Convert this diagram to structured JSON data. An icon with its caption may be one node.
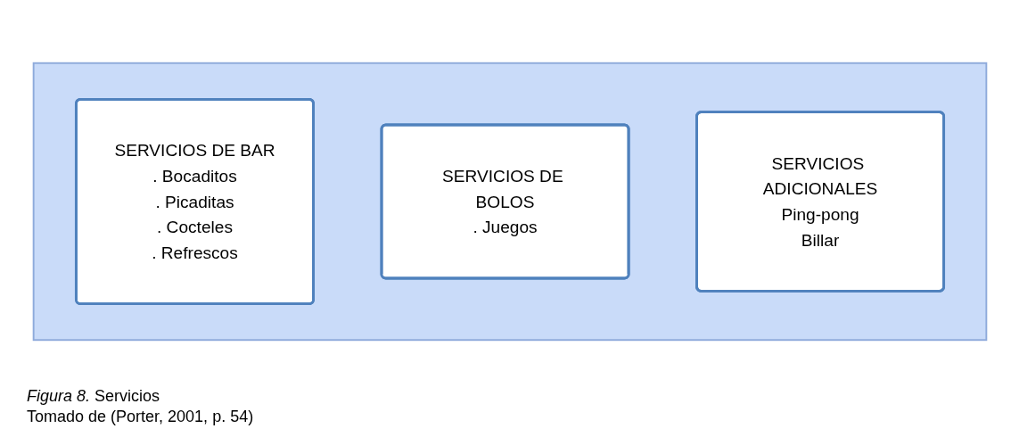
{
  "diagram": {
    "caption": "*Figura 8.* Servicios",
    "nodes": [
      {
        "text": [],
        "shape": "box"
      },
      {
        "text": [
          "SERVICIOS DE BAR",
          ". Bocaditos",
          ". Picaditas",
          ". Cocteles",
          ". Refrescos"
        ],
        "in": 0
      },
      {
        "text": [
          "SERVICIOS DE BOLOS",
          ". Juegos"
        ],
        "in": 0
      },
      {
        "text": [
          "SERVICIOS ADICIONALES",
          "Ping-pong",
          "Billar"
        ],
        "in": 0
      }
    ],
    "labels": [
      "Tomado de (Porter, 2001, p. 54)"
    ]
  }
}
